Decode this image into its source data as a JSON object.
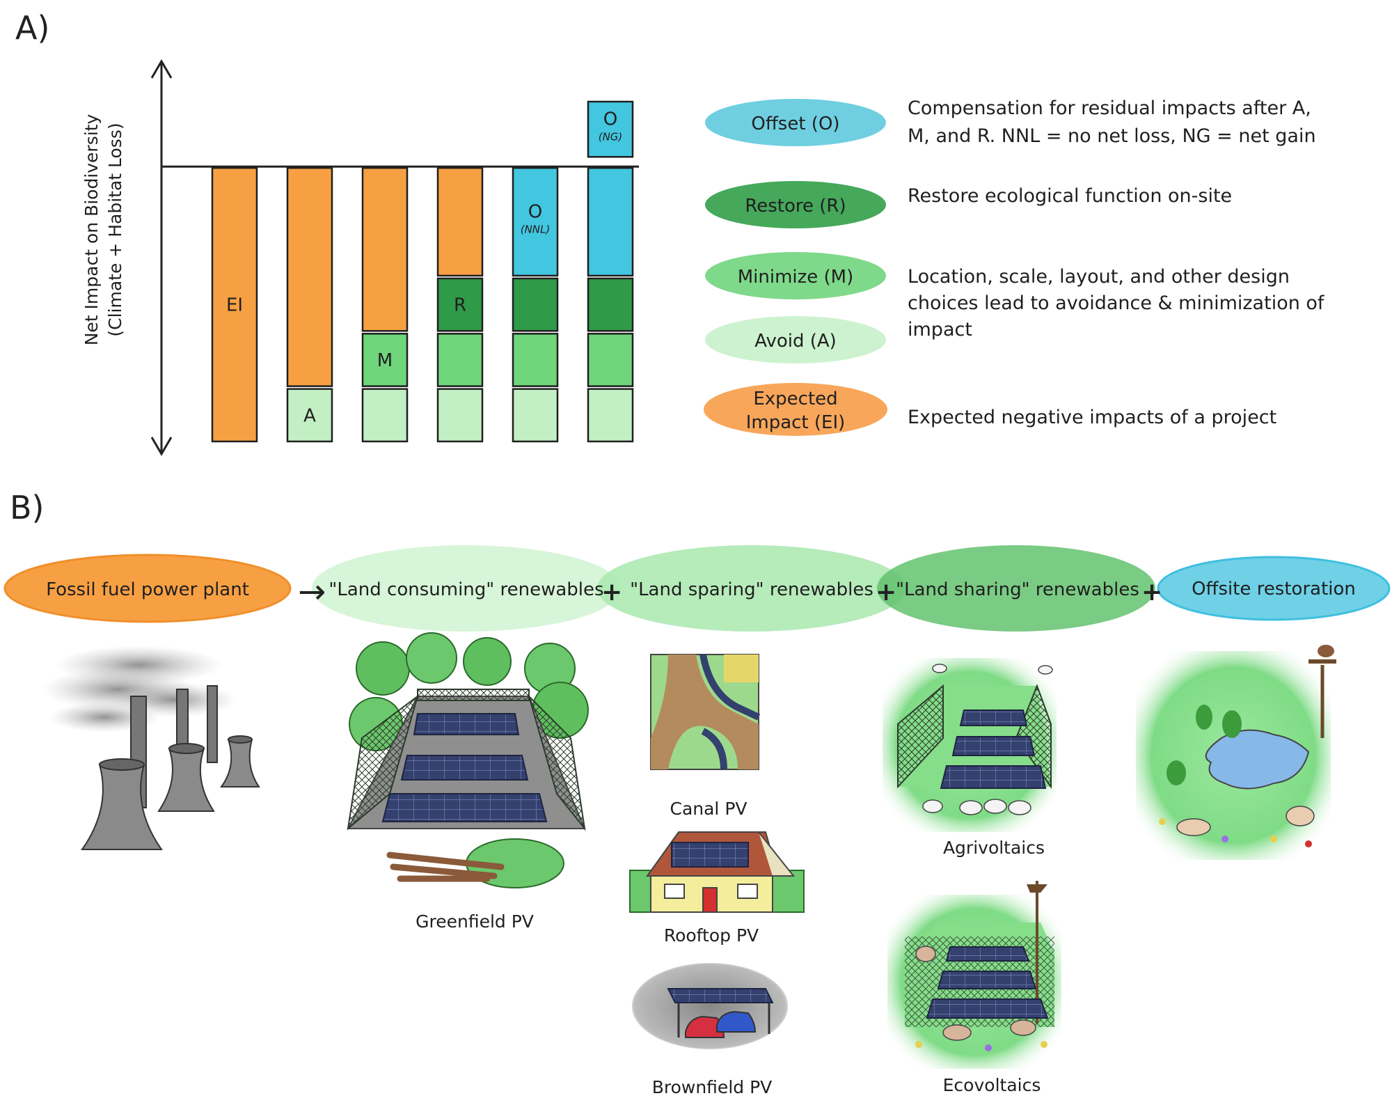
{
  "panels": {
    "a": "A)",
    "b": "B)"
  },
  "chart_data": {
    "type": "bar",
    "title": "",
    "ylabel_line1": "Net Impact on Biodiversity",
    "ylabel_line2": "(Climate + Habitat Loss)",
    "xlabel": "",
    "ylim": [
      -10,
      2.5
    ],
    "stack_order": [
      "Avoid (A)",
      "Minimize (M)",
      "Restore (R)",
      "Offset (O)",
      "Expected Impact (EI)"
    ],
    "categories": [
      "EI",
      "A",
      "M",
      "R",
      "O (NNL)",
      "O (NG)"
    ],
    "bars": [
      {
        "segments": [
          {
            "key": "EI",
            "from": -10,
            "to": 0,
            "label": "EI"
          }
        ]
      },
      {
        "segments": [
          {
            "key": "A",
            "from": -10,
            "to": -8,
            "label": "A"
          },
          {
            "key": "EI",
            "from": -8,
            "to": 0,
            "label": ""
          }
        ]
      },
      {
        "segments": [
          {
            "key": "A",
            "from": -10,
            "to": -8,
            "label": ""
          },
          {
            "key": "M",
            "from": -8,
            "to": -6,
            "label": "M"
          },
          {
            "key": "EI",
            "from": -6,
            "to": 0,
            "label": ""
          }
        ]
      },
      {
        "segments": [
          {
            "key": "A",
            "from": -10,
            "to": -8,
            "label": ""
          },
          {
            "key": "M",
            "from": -8,
            "to": -6,
            "label": ""
          },
          {
            "key": "R",
            "from": -6,
            "to": -4,
            "label": "R"
          },
          {
            "key": "EI",
            "from": -4,
            "to": 0,
            "label": ""
          }
        ]
      },
      {
        "segments": [
          {
            "key": "A",
            "from": -10,
            "to": -8,
            "label": ""
          },
          {
            "key": "M",
            "from": -8,
            "to": -6,
            "label": ""
          },
          {
            "key": "R",
            "from": -6,
            "to": -4,
            "label": ""
          },
          {
            "key": "O",
            "from": -4,
            "to": 0,
            "label": "O",
            "sublabel": "(NNL)"
          }
        ]
      },
      {
        "segments": [
          {
            "key": "A",
            "from": -10,
            "to": -8,
            "label": ""
          },
          {
            "key": "M",
            "from": -8,
            "to": -6,
            "label": ""
          },
          {
            "key": "R",
            "from": -6,
            "to": -4,
            "label": ""
          },
          {
            "key": "O",
            "from": -4,
            "to": 0,
            "label": ""
          },
          {
            "key": "O",
            "from": 0.3,
            "to": 2.4,
            "label": "O",
            "sublabel": "(NG)"
          }
        ]
      }
    ],
    "colors": {
      "EI": "#f7a043",
      "A": "#c2efc4",
      "M": "#6fd67c",
      "R": "#2f9a48",
      "O": "#43c6e0"
    }
  },
  "legend": [
    {
      "key": "O",
      "line1": "Offset (O)",
      "line2": "",
      "color": "#6fcfe0",
      "desc1": "Compensation for residual impacts after A,",
      "desc2": "M, and R. NNL = no net loss, NG = net gain",
      "desc3": ""
    },
    {
      "key": "R",
      "line1": "Restore (R)",
      "line2": "",
      "color": "#45a85a",
      "desc1": "Restore ecological function on-site",
      "desc2": "",
      "desc3": ""
    },
    {
      "key": "M",
      "line1": "Minimize (M)",
      "line2": "",
      "color": "#7fd98a",
      "desc1": "Location, scale, layout, and other design",
      "desc2": "choices lead to avoidance & minimization of",
      "desc3": "impact"
    },
    {
      "key": "A",
      "line1": "Avoid (A)",
      "line2": "",
      "color": "#cdf2cf",
      "desc1": "",
      "desc2": "",
      "desc3": ""
    },
    {
      "key": "EI",
      "line1": "Expected",
      "line2": "Impact (EI)",
      "color": "#f8a65a",
      "desc1": "Expected negative impacts of a project",
      "desc2": "",
      "desc3": ""
    }
  ],
  "categories_b": [
    {
      "label": "Fossil fuel power plant",
      "color": "#f7a043"
    },
    {
      "label": "\"Land consuming\" renewables",
      "color": "#d7f5d8"
    },
    {
      "label": "\"Land sparing\" renewables",
      "color": "#a9e8ae"
    },
    {
      "label": "\"Land sharing\" renewables",
      "color": "#63c26f"
    },
    {
      "label": "Offsite restoration",
      "color": "#6fd0e6"
    }
  ],
  "connectors": {
    "arrow": "→",
    "plus": "+"
  },
  "captions": {
    "greenfield": "Greenfield PV",
    "canal": "Canal PV",
    "rooftop": "Rooftop PV",
    "brownfield": "Brownfield PV",
    "agrivoltaics": "Agrivoltaics",
    "ecovoltaics": "Ecovoltaics"
  }
}
